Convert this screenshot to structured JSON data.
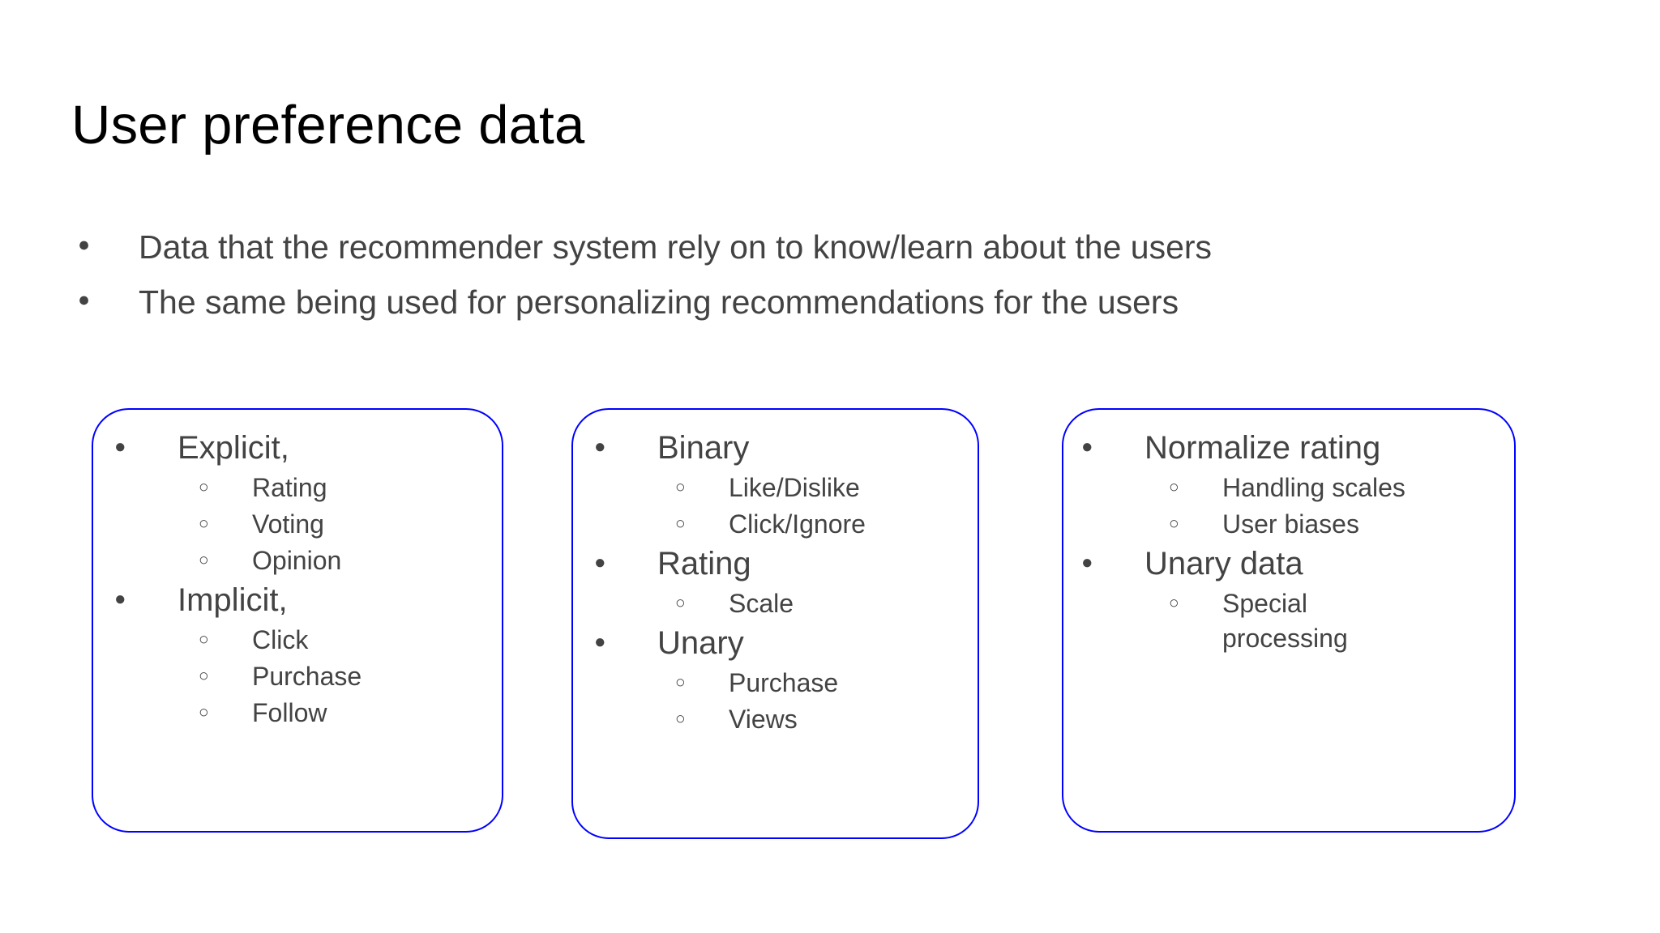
{
  "slide": {
    "title": "User preference data",
    "bullet_marker": "●",
    "sub_bullet_marker": "○",
    "text_color": "#434343",
    "title_color": "#000000",
    "box_border_color": "#0000ff",
    "background_color": "#ffffff",
    "top_bullets": [
      {
        "text": "Data that the recommender system rely on to know/learn about the users"
      },
      {
        "text": "The same being used for personalizing recommendations for the users"
      }
    ],
    "cards": [
      {
        "name": "explicit-implicit-card",
        "items": [
          {
            "label": "Explicit,",
            "children": [
              {
                "label": "Rating"
              },
              {
                "label": "Voting"
              },
              {
                "label": "Opinion"
              }
            ]
          },
          {
            "label": "Implicit,",
            "children": [
              {
                "label": "Click"
              },
              {
                "label": "Purchase"
              },
              {
                "label": "Follow"
              }
            ]
          }
        ]
      },
      {
        "name": "binary-rating-unary-card",
        "items": [
          {
            "label": "Binary",
            "children": [
              {
                "label": "Like/Dislike"
              },
              {
                "label": "Click/Ignore"
              }
            ]
          },
          {
            "label": "Rating",
            "children": [
              {
                "label": "Scale"
              }
            ]
          },
          {
            "label": "Unary",
            "children": [
              {
                "label": "Purchase"
              },
              {
                "label": "Views"
              }
            ]
          }
        ]
      },
      {
        "name": "normalize-unary-card",
        "items": [
          {
            "label": "Normalize rating",
            "children": [
              {
                "label": "Handling scales"
              },
              {
                "label": "User biases"
              }
            ]
          },
          {
            "label": "Unary data",
            "children": [
              {
                "label": "Special processing"
              }
            ]
          }
        ]
      }
    ]
  }
}
